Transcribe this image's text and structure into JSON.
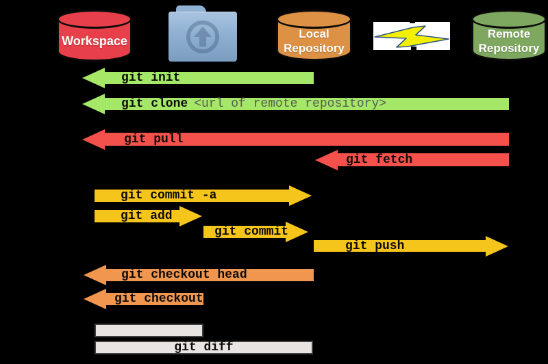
{
  "nodes": {
    "workspace": {
      "label": "Workspace",
      "color": "#e8404a"
    },
    "index": {
      "icon": "upload-folder-icon"
    },
    "local": {
      "label": "Local Repository",
      "color": "#dd9144"
    },
    "internet": {
      "icon": "lightning-icon"
    },
    "remote": {
      "label": "Remote Repository",
      "color": "#7ea75f"
    }
  },
  "arrows": [
    {
      "label": "git init",
      "direction": "left",
      "color": "#a5e766",
      "from": "local-repository",
      "to": "workspace"
    },
    {
      "label": "git clone",
      "suffix": "<url of remote repository>",
      "direction": "left",
      "color": "#a5e766",
      "from": "remote-repository",
      "to": "workspace"
    },
    {
      "label": "git pull",
      "direction": "left",
      "color": "#f4514c",
      "from": "remote-repository",
      "to": "workspace"
    },
    {
      "label": "git fetch",
      "direction": "left",
      "color": "#f4514c",
      "from": "remote-repository",
      "to": "local-repository"
    },
    {
      "label": "git commit -a",
      "direction": "right",
      "color": "#f6c51b",
      "from": "workspace",
      "to": "local-repository"
    },
    {
      "label": "git add",
      "direction": "right",
      "color": "#f6c51b",
      "from": "workspace",
      "to": "index"
    },
    {
      "label": "git commit",
      "direction": "right",
      "color": "#f6c51b",
      "from": "index",
      "to": "local-repository"
    },
    {
      "label": "git push",
      "direction": "right",
      "color": "#f6c51b",
      "from": "local-repository",
      "to": "remote-repository"
    },
    {
      "label": "git checkout head",
      "direction": "left",
      "color": "#f0964f",
      "from": "local-repository",
      "to": "workspace"
    },
    {
      "label": "git checkout",
      "direction": "left",
      "color": "#f0964f",
      "from": "index",
      "to": "workspace"
    }
  ],
  "bars": [
    {
      "label": "",
      "span": "workspace-index"
    },
    {
      "label": "git diff",
      "span": "workspace-local-repository"
    }
  ]
}
